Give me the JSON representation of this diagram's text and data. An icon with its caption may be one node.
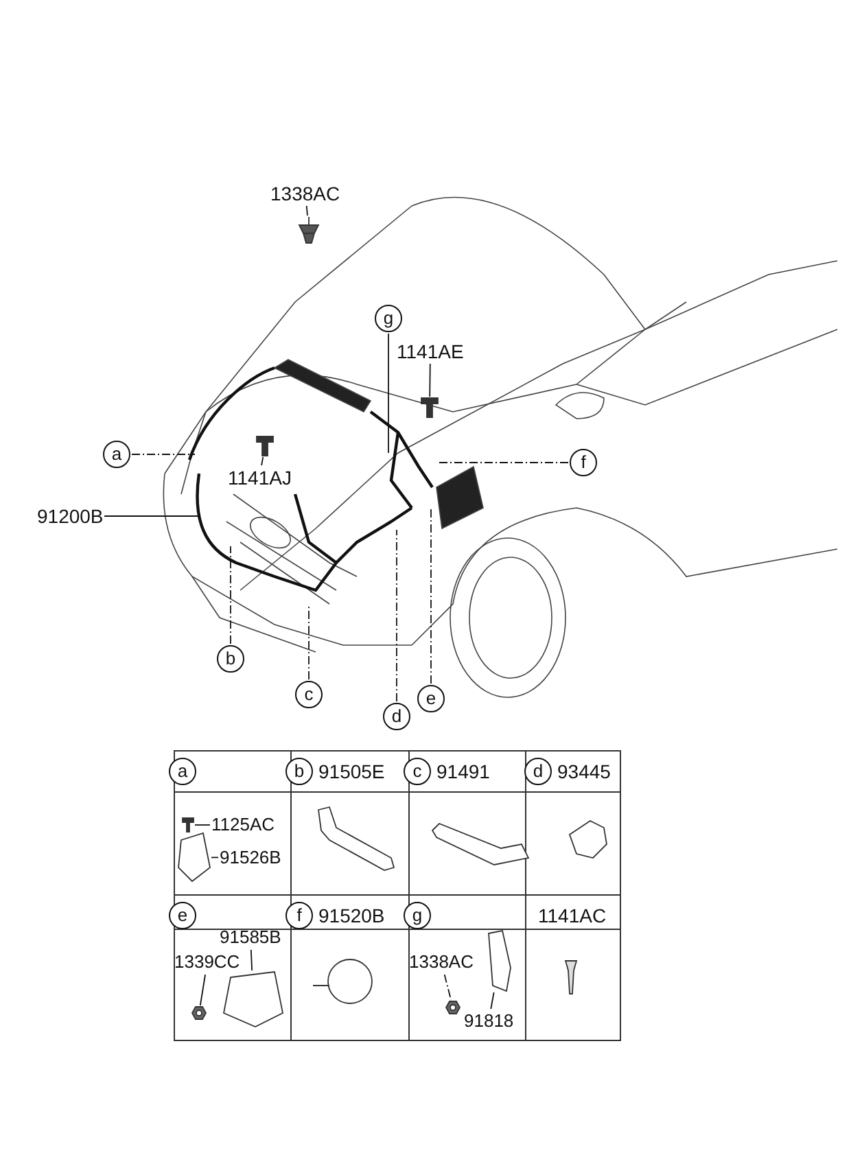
{
  "diagram": {
    "nodes": [
      {
        "text": [
          "1338AC"
        ]
      },
      {
        "text": [
          "1141AE"
        ]
      },
      {
        "text": [
          "g"
        ]
      },
      {
        "text": [
          "a"
        ]
      },
      {
        "text": [
          "1141AJ"
        ]
      },
      {
        "text": [
          "91200B"
        ]
      },
      {
        "text": [
          "f"
        ]
      },
      {
        "text": [
          "b"
        ]
      },
      {
        "text": [
          "c"
        ]
      },
      {
        "text": [
          "d"
        ]
      },
      {
        "text": [
          "e"
        ]
      },
      {
        "text": [
          "1125AC"
        ]
      },
      {
        "text": [
          "91526B"
        ]
      },
      {
        "text": [
          "91585B"
        ]
      },
      {
        "text": [
          "1339CC"
        ]
      },
      {
        "text": [
          "1338AC"
        ]
      },
      {
        "text": [
          "91818"
        ]
      },
      {
        "text": [
          "a"
        ]
      },
      {
        "text": [
          "b"
        ],
        "beside": [
          "91505E"
        ]
      },
      {
        "text": [
          "c"
        ],
        "beside": [
          "91491"
        ]
      },
      {
        "text": [
          "d"
        ],
        "beside": [
          "93445"
        ]
      },
      {
        "text": [
          "e"
        ]
      },
      {
        "text": [
          "f"
        ],
        "beside": [
          "91520B"
        ]
      },
      {
        "text": [
          "g"
        ]
      },
      {
        "text": [],
        "shape": "picture"
      },
      {
        "text": [],
        "shape": "picture"
      },
      {
        "text": [],
        "shape": "picture"
      },
      {
        "text": [],
        "shape": "picture"
      },
      {
        "text": [],
        "shape": "picture"
      },
      {
        "text": [],
        "shape": "picture"
      },
      {
        "text": [],
        "shape": "picture"
      },
      {
        "text": [],
        "shape": "picture"
      },
      {
        "text": [],
        "shape": "picture"
      }
    ],
    "edges": [
      {
        "from": 0,
        "to": 24,
        "arrow": "none"
      },
      {
        "from": 1,
        "to": 25,
        "arrow": "none"
      },
      {
        "from": 2,
        "to": null,
        "arrow": "none"
      },
      {
        "from": 3,
        "to": null,
        "arrow": "none",
        "style": "dashed"
      },
      {
        "from": 4,
        "to": 26,
        "arrow": "none"
      },
      {
        "from": 5,
        "to": null,
        "arrow": "none"
      },
      {
        "from": 6,
        "to": null,
        "arrow": "none",
        "style": "dashed"
      },
      {
        "from": 7,
        "to": null,
        "arrow": "none",
        "style": "dashed"
      },
      {
        "from": 8,
        "to": null,
        "arrow": "none",
        "style": "dashed"
      },
      {
        "from": 9,
        "to": null,
        "arrow": "none",
        "style": "dashed"
      },
      {
        "from": 10,
        "to": null,
        "arrow": "none",
        "style": "dashed"
      },
      {
        "from": 11,
        "to": 27,
        "arrow": "none"
      },
      {
        "from": 12,
        "to": 28,
        "arrow": "none"
      },
      {
        "from": 13,
        "to": 29,
        "arrow": "none"
      },
      {
        "from": 14,
        "to": 30,
        "arrow": "none"
      },
      {
        "from": 15,
        "to": 31,
        "arrow": "none",
        "style": "dashed"
      },
      {
        "from": 16,
        "to": 32,
        "arrow": "none"
      }
    ],
    "labels": [
      "1141AC"
    ]
  }
}
